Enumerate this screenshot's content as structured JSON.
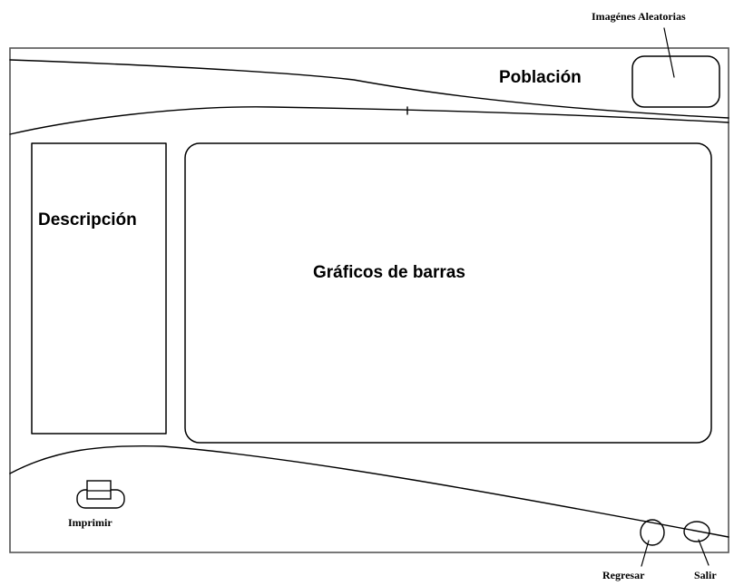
{
  "header": {
    "title": "Población",
    "random_images_label": "Imagénes Aleatorias"
  },
  "panels": {
    "description_label": "Descripción",
    "chart_area_label": "Gráficos de barras"
  },
  "footer": {
    "print_label": "Imprimir",
    "back_label": "Regresar",
    "exit_label": "Salir"
  },
  "colors": {
    "ink": "#000000",
    "frame": "#555555",
    "background": "#ffffff"
  }
}
